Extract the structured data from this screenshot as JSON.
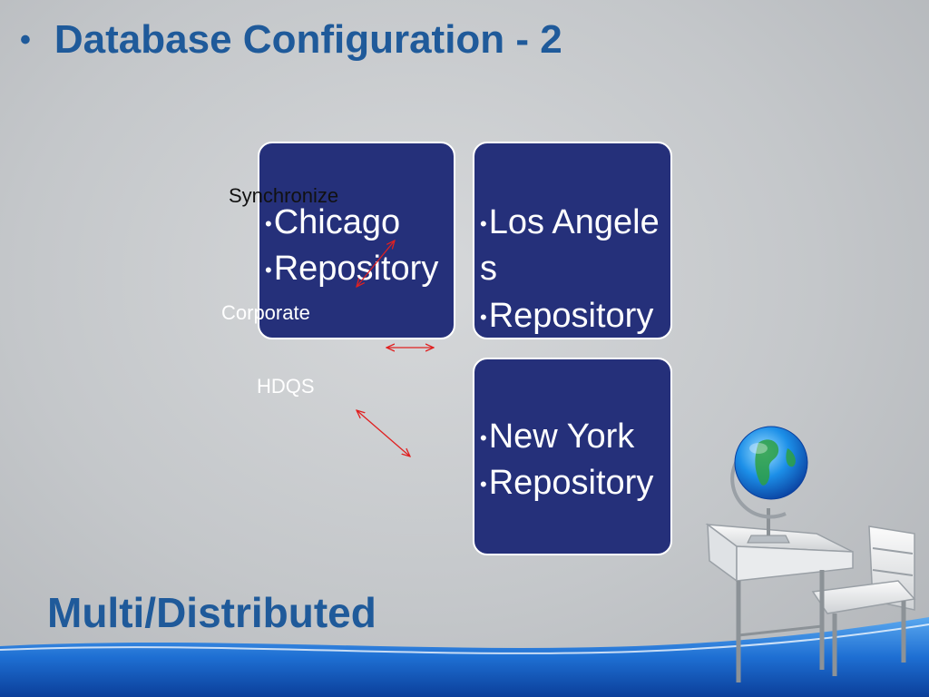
{
  "slide": {
    "title_bullet": "•",
    "title": "Database Configuration - 2",
    "bottom_title": "Multi/Distributed"
  },
  "diagram": {
    "nodes": [
      {
        "id": "chicago",
        "lines": [
          "Chicago",
          "Repository"
        ]
      },
      {
        "id": "la",
        "lines": [
          "Los Angeles",
          "Repository"
        ]
      },
      {
        "id": "ny",
        "lines": [
          "New York",
          "Repository"
        ]
      }
    ],
    "labels": {
      "synchronize": "Synchronize",
      "corporate": "Corporate",
      "hdqs": "HDQS"
    },
    "edge_color": "#e02020",
    "node_fill": "#25307a",
    "title_color": "#1f5a9a"
  },
  "decor": {
    "clipart": "school-desk-with-globe-icon"
  }
}
